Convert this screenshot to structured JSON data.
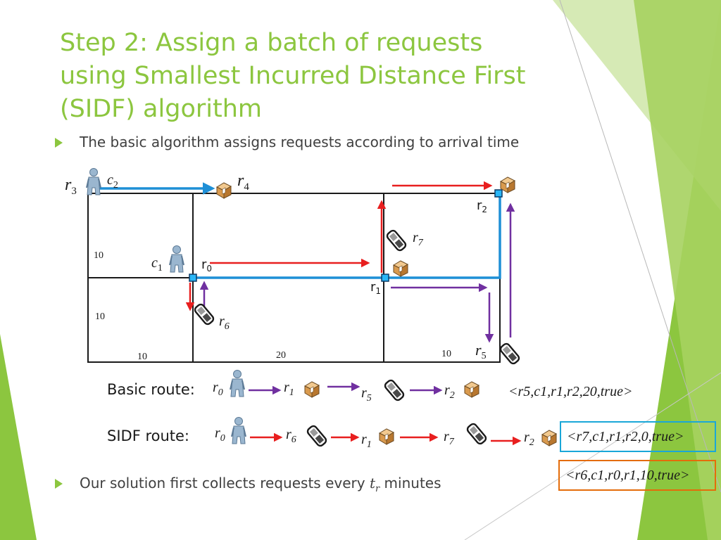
{
  "title": {
    "lines": [
      "Step 2: Assign a batch of requests",
      "using Smallest Incurred Distance First",
      "(SIDF) algorithm"
    ]
  },
  "bullets": [
    {
      "text": "The basic algorithm assigns requests according to arrival time"
    },
    {
      "text_before": "Our solution first collects requests every ",
      "var": "t",
      "sub": "r",
      "text_after": " minutes"
    }
  ],
  "colors": {
    "accent_green": "#8cc63f",
    "route_blue": "#1e8fd6",
    "request_red": "#e81f1f",
    "courier_purple": "#7030a0",
    "box_cyan": "#1aa7d8",
    "box_orange": "#e46c0a"
  },
  "diagram": {
    "labels": {
      "r3": {
        "main": "r",
        "sub": "3"
      },
      "c2": {
        "main": "c",
        "sub": "2"
      },
      "r4": {
        "main": "r",
        "sub": "4"
      },
      "c1": {
        "main": "c",
        "sub": "1"
      },
      "r0": {
        "main": "r",
        "sub": "0"
      },
      "r7": {
        "main": "r",
        "sub": "7"
      },
      "r1": {
        "main": "r",
        "sub": "1"
      },
      "r6": {
        "main": "r",
        "sub": "6"
      },
      "r5": {
        "main": "r",
        "sub": "5"
      },
      "r2": {
        "main": "r",
        "sub": "2"
      }
    },
    "distances": {
      "v_top": "10",
      "v_bottom": "10",
      "h_left": "10",
      "h_middle": "20",
      "h_right": "10"
    },
    "icons": [
      "person-icon",
      "package-icon",
      "phone-icon"
    ]
  },
  "routes": {
    "basic": {
      "label": "Basic route:",
      "steps": [
        {
          "main": "r",
          "sub": "0",
          "icon": "person-icon"
        },
        {
          "main": "r",
          "sub": "1",
          "icon": "package-icon"
        },
        {
          "main": "r",
          "sub": "5",
          "icon": "phone-icon"
        },
        {
          "main": "r",
          "sub": "2",
          "icon": "package-icon"
        }
      ],
      "arrow_color": "purple",
      "tuple": "<r5,c1,r1,r2,20,true>"
    },
    "sidf": {
      "label": "SIDF route:",
      "steps": [
        {
          "main": "r",
          "sub": "0",
          "icon": "person-icon"
        },
        {
          "main": "r",
          "sub": "6",
          "icon": "phone-icon"
        },
        {
          "main": "r",
          "sub": "1",
          "icon": "package-icon"
        },
        {
          "main": "r",
          "sub": "7",
          "icon": "phone-icon"
        },
        {
          "main": "r",
          "sub": "2",
          "icon": "package-icon"
        }
      ],
      "arrow_color": "red",
      "tuple_cyan": "<r7,c1,r1,r2,0,true>",
      "tuple_orange": "<r6,c1,r0,r1,10,true>"
    }
  }
}
